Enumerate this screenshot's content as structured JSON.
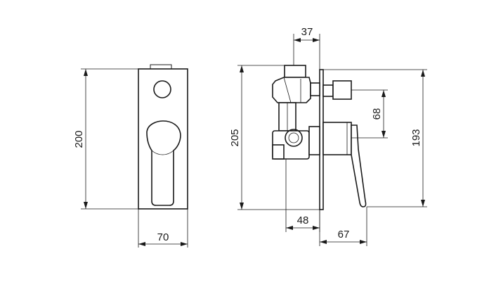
{
  "front_view": {
    "height_label": "200",
    "width_label": "70"
  },
  "side_view": {
    "valve_width_label": "37",
    "total_height_label": "205",
    "outlet_spacing_label": "68",
    "plate_height_label": "193",
    "body_depth_label": "48",
    "handle_projection_label": "67"
  }
}
